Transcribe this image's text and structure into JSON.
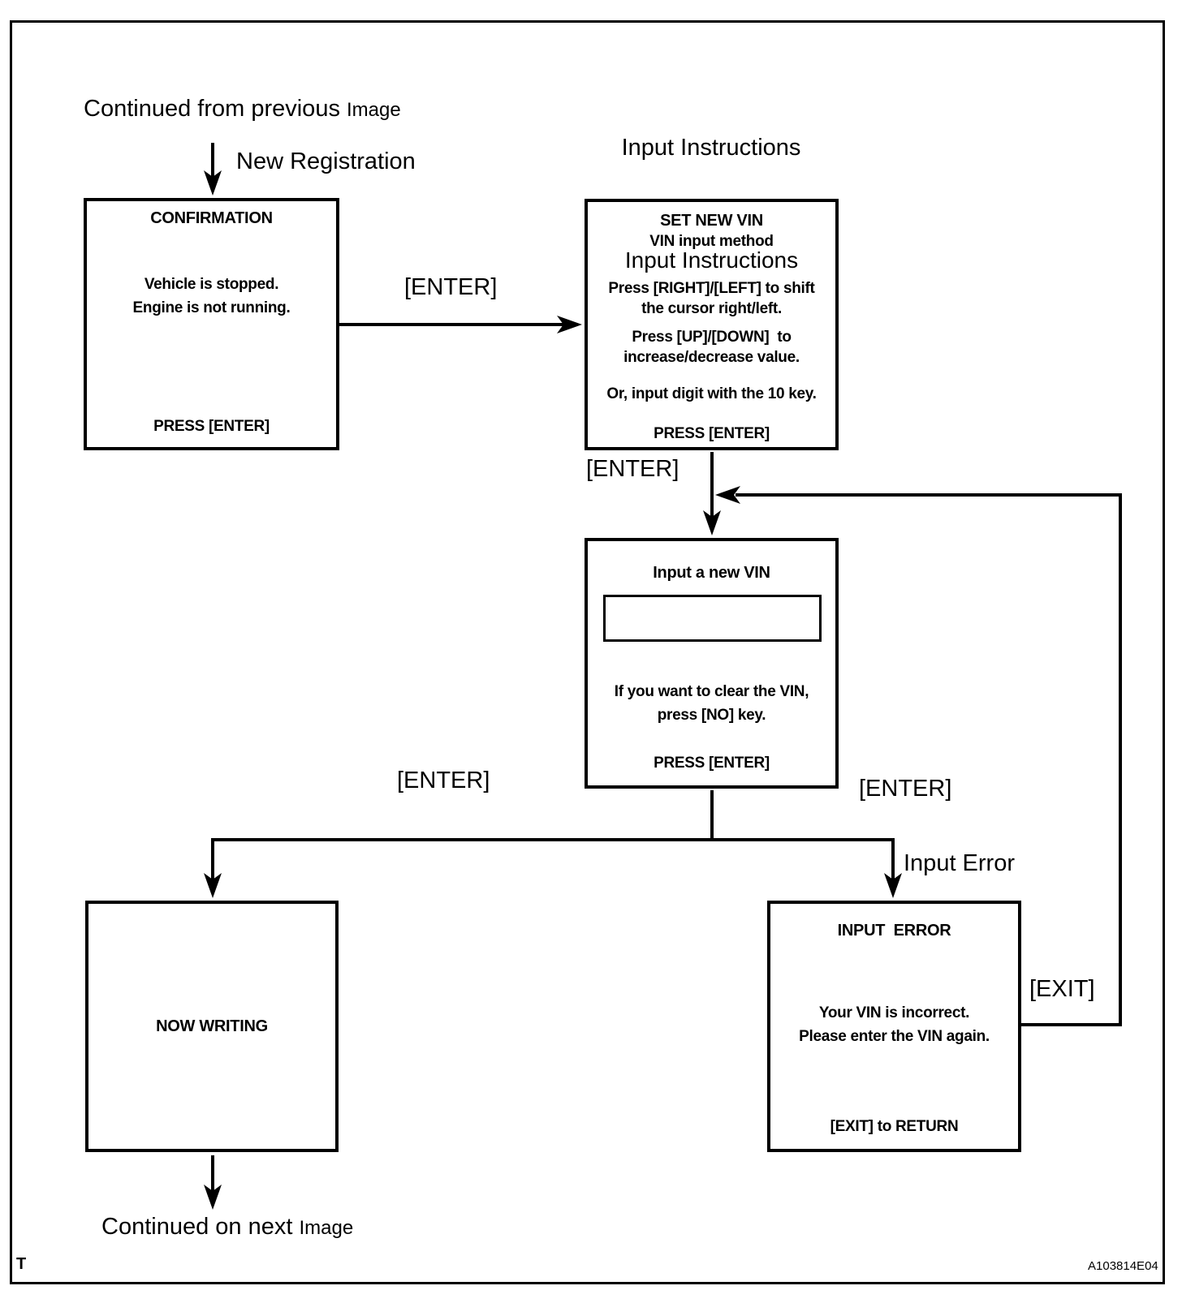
{
  "page": {
    "notes": {
      "continued_from": "Continued from previous",
      "continued_from_suffix": "Image",
      "continued_next": "Continued on next",
      "continued_next_suffix": "Image",
      "corner_letter": "T",
      "figure_code": "A103814E04"
    },
    "labels": {
      "new_registration": "New Registration",
      "input_instructions_header": "Input Instructions",
      "enter_after_confirmation": "[ENTER]",
      "enter_after_instructions": "[ENTER]",
      "enter_to_writing": "[ENTER]",
      "enter_to_error": "[ENTER]",
      "input_error": "Input Error",
      "exit": "[EXIT]"
    },
    "boxes": {
      "confirmation": {
        "title": "CONFIRMATION",
        "lines": [
          "Vehicle is stopped.",
          "Engine is not running."
        ],
        "footer": "PRESS [ENTER]"
      },
      "set_new_vin": {
        "title": "SET NEW VIN",
        "subtitle": "VIN input method",
        "section_heading": "Input Instructions",
        "lines": [
          "Press [RIGHT]/[LEFT] to shift",
          "the cursor right/left.",
          "Press [UP]/[DOWN]  to",
          "increase/decrease value.",
          "Or, input digit with the 10 key."
        ],
        "footer": "PRESS [ENTER]"
      },
      "input_new_vin": {
        "title": "Input a new VIN",
        "vin_field_value": "",
        "lines": [
          "If you want to clear the VIN,",
          "press [NO] key."
        ],
        "footer": "PRESS [ENTER]"
      },
      "now_writing": {
        "title": "NOW WRITING"
      },
      "input_error": {
        "title": "INPUT  ERROR",
        "lines": [
          "Your VIN is incorrect.",
          "Please enter the VIN again."
        ],
        "footer": "[EXIT] to RETURN"
      }
    },
    "colors": {
      "ink": "#000000",
      "paper": "#ffffff"
    }
  }
}
